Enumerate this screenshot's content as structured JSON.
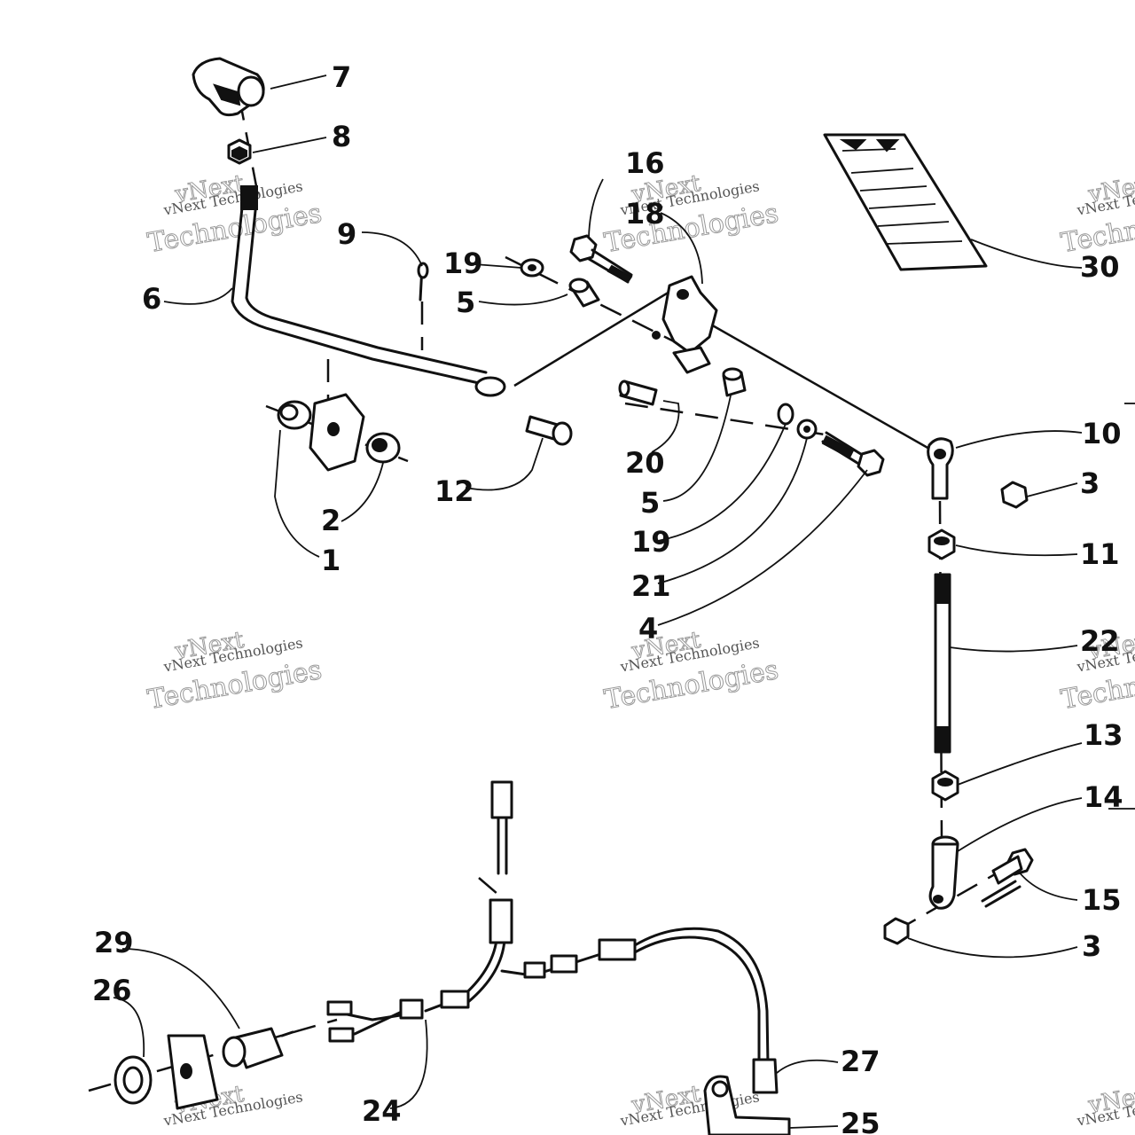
{
  "watermark": {
    "line_small": "vNext Technologies",
    "line_word1": "vNext",
    "line_word2": "Technologies"
  },
  "callouts": {
    "c1": "1",
    "c2": "2",
    "c3a": "3",
    "c3b": "3",
    "c4": "4",
    "c5a": "5",
    "c5b": "5",
    "c6": "6",
    "c7": "7",
    "c8": "8",
    "c9": "9",
    "c10": "10",
    "c11": "11",
    "c12": "12",
    "c13": "13",
    "c14": "14",
    "c15": "15",
    "c16": "16",
    "c18": "18",
    "c19a": "19",
    "c19b": "19",
    "c20": "20",
    "c21": "21",
    "c22": "22",
    "c24": "24",
    "c25": "25",
    "c26": "26",
    "c27": "27",
    "c29": "29",
    "c30": "30"
  }
}
